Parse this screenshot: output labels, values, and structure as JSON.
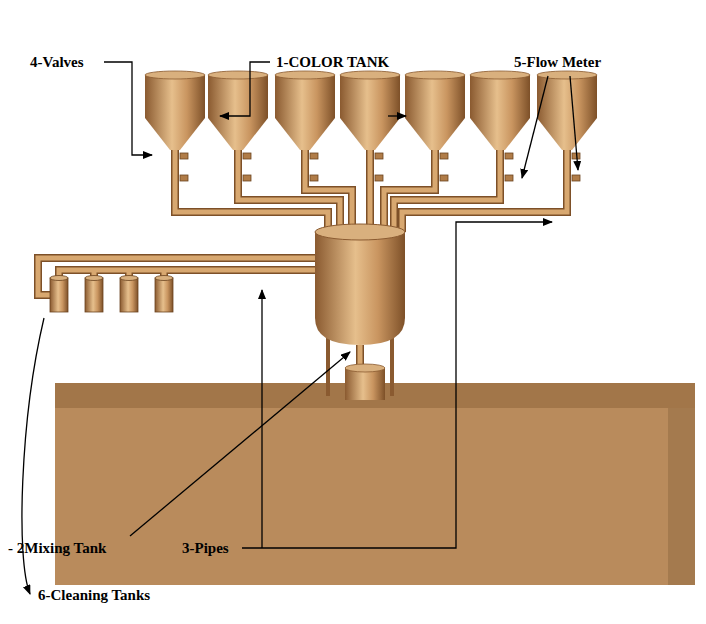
{
  "diagram": {
    "labels": [
      "4-Valves",
      "1-COLOR TANK",
      "5-Flow Meter",
      "- 2Mixing Tank",
      "3-Pipes",
      "6-Cleaning Tanks"
    ]
  }
}
